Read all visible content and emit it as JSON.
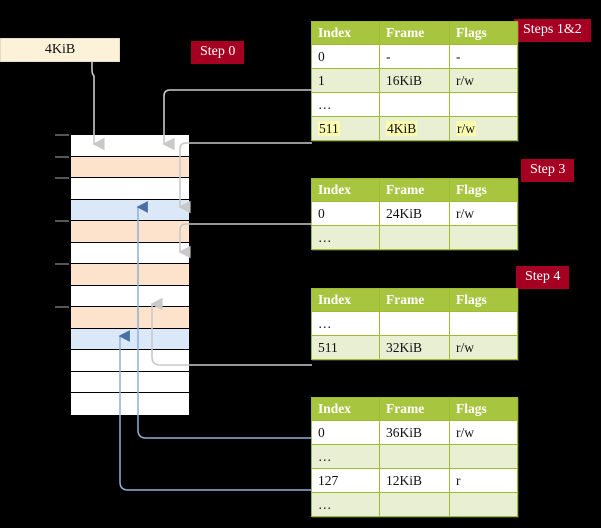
{
  "diagram": {
    "title_semantic": "multi-level-page-table-walk",
    "colors": {
      "badge_bg": "#a50021",
      "badge_text": "#ffffff",
      "table_header_bg": "#a8c540",
      "table_alt_row_bg": "#e9efd2",
      "table_border": "#9fbc2e",
      "highlight_yellow": "#fcfcae",
      "vaddr_box_bg": "#fbf2d9",
      "mem_peach": "#fde3cc",
      "mem_blue": "#dbe8f7",
      "gray_wire": "#cccccc",
      "blue_wire": "#8fb0d6",
      "background": "#000000"
    }
  },
  "badges": {
    "step0": "Step 0",
    "steps12": "Steps 1&2",
    "step3": "Step 3",
    "step4": "Step 4"
  },
  "vaddr": {
    "label": "4KiB"
  },
  "tables": [
    {
      "name": "page-table-level-0",
      "headers": [
        "Index",
        "Frame",
        "Flags"
      ],
      "rows": [
        {
          "cells": [
            "0",
            "-",
            "-"
          ],
          "style": "plain",
          "highlight": [
            false,
            false,
            false
          ]
        },
        {
          "cells": [
            "1",
            "16KiB",
            "r/w"
          ],
          "style": "alt",
          "highlight": [
            false,
            false,
            false
          ]
        },
        {
          "cells": [
            "…",
            "",
            ""
          ],
          "style": "plain",
          "highlight": [
            false,
            false,
            false
          ]
        },
        {
          "cells": [
            "511",
            "4KiB",
            "r/w"
          ],
          "style": "alt",
          "highlight": [
            true,
            true,
            true
          ]
        }
      ]
    },
    {
      "name": "page-table-level-1",
      "headers": [
        "Index",
        "Frame",
        "Flags"
      ],
      "rows": [
        {
          "cells": [
            "0",
            "24KiB",
            "r/w"
          ],
          "style": "plain",
          "highlight": [
            false,
            false,
            false
          ]
        },
        {
          "cells": [
            "…",
            "",
            ""
          ],
          "style": "alt",
          "highlight": [
            false,
            false,
            false
          ]
        }
      ]
    },
    {
      "name": "page-table-level-2",
      "headers": [
        "Index",
        "Frame",
        "Flags"
      ],
      "rows": [
        {
          "cells": [
            "…",
            "",
            ""
          ],
          "style": "plain",
          "highlight": [
            false,
            false,
            false
          ]
        },
        {
          "cells": [
            "511",
            "32KiB",
            "r/w"
          ],
          "style": "alt",
          "highlight": [
            false,
            false,
            false
          ]
        }
      ]
    },
    {
      "name": "page-table-level-3",
      "headers": [
        "Index",
        "Frame",
        "Flags"
      ],
      "rows": [
        {
          "cells": [
            "0",
            "36KiB",
            "r/w"
          ],
          "style": "plain",
          "highlight": [
            false,
            false,
            false
          ]
        },
        {
          "cells": [
            "…",
            "",
            ""
          ],
          "style": "alt",
          "highlight": [
            false,
            false,
            false
          ]
        },
        {
          "cells": [
            "127",
            "12KiB",
            "r"
          ],
          "style": "plain",
          "highlight": [
            false,
            false,
            false
          ]
        },
        {
          "cells": [
            "…",
            "",
            ""
          ],
          "style": "alt",
          "highlight": [
            false,
            false,
            false
          ]
        }
      ]
    }
  ],
  "memory_column": {
    "name": "physical-memory-frames",
    "row_fills": [
      "white",
      "peach",
      "white",
      "blue",
      "peach",
      "white",
      "peach",
      "white",
      "peach",
      "blue",
      "white",
      "white",
      "white"
    ],
    "tick_rows": [
      0,
      1,
      2,
      4,
      6,
      8
    ]
  }
}
